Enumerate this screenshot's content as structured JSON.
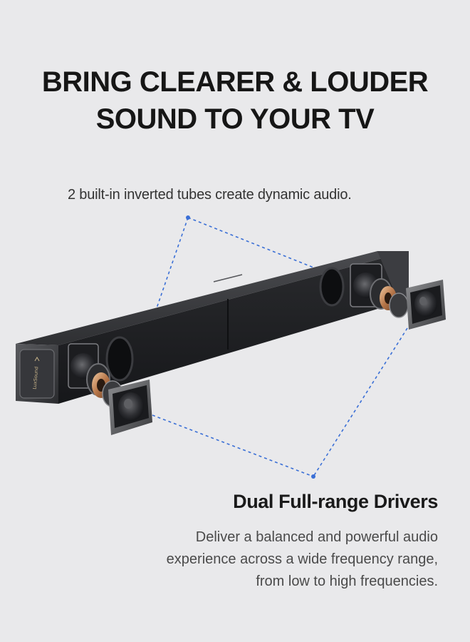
{
  "headline": {
    "line1": "BRING CLEARER & LOUDER",
    "line2": "SOUND TO YOUR TV"
  },
  "callout_top": "2 built-in inverted tubes create dynamic audio.",
  "feature": {
    "title": "Dual Full-range Drivers",
    "description": [
      "Deliver a balanced and powerful audio",
      "experience across a wide frequency range,",
      "from low to high frequencies."
    ]
  },
  "brand_logo_text": "LuxSound",
  "colors": {
    "background": "#e9e9eb",
    "headline": "#161616",
    "callout_line": "#3a6fd6",
    "soundbar_body": "#2b2c2f"
  }
}
